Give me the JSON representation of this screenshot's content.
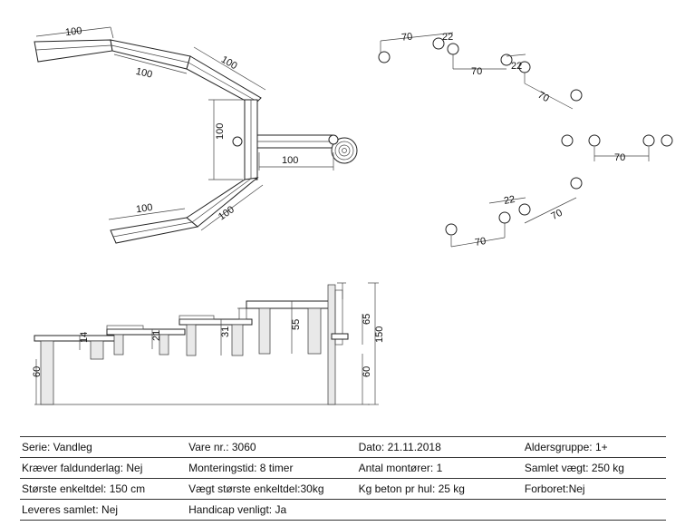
{
  "top_view": {
    "dimensions": [
      "100",
      "100",
      "100",
      "100",
      "100",
      "100",
      "100"
    ]
  },
  "layout_view": {
    "dimensions": [
      "70",
      "22",
      "70",
      "22",
      "70",
      "70",
      "22",
      "70",
      "70"
    ]
  },
  "side_view": {
    "dimensions": [
      "60",
      "14",
      "21",
      "31",
      "55",
      "65",
      "150",
      "60"
    ]
  },
  "spec_table": [
    [
      "Serie: Vandleg",
      "Vare nr.: 3060",
      "Dato: 21.11.2018",
      "Aldersgruppe: 1+"
    ],
    [
      "Kræver faldunderlag: Nej",
      "Monteringstid: 8 timer",
      "Antal montører: 1",
      "Samlet vægt: 250 kg"
    ],
    [
      "Største enkeltdel: 150 cm",
      "Vægt største enkeltdel:30kg",
      "Kg beton pr hul: 25 kg",
      "Forboret:Nej"
    ],
    [
      "Leveres samlet: Nej",
      "Handicap venligt: Ja",
      "",
      ""
    ]
  ]
}
